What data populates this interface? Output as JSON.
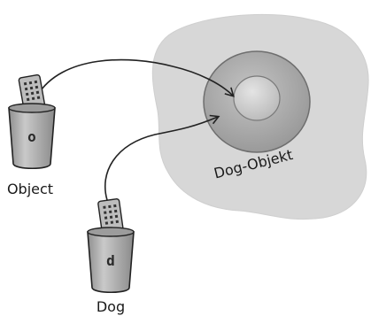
{
  "object_label": "Dog-Objekt",
  "references": [
    {
      "cup_letter": "o",
      "caption": "Object"
    },
    {
      "cup_letter": "d",
      "caption": "Dog"
    }
  ],
  "colors": {
    "heap": "#d7d7d7",
    "object_outer": "#a3a3a3",
    "object_inner": "#cdcdcd",
    "cup_body": "#a7a7a7",
    "remote": "#bdbdbd",
    "ink": "#222222"
  }
}
